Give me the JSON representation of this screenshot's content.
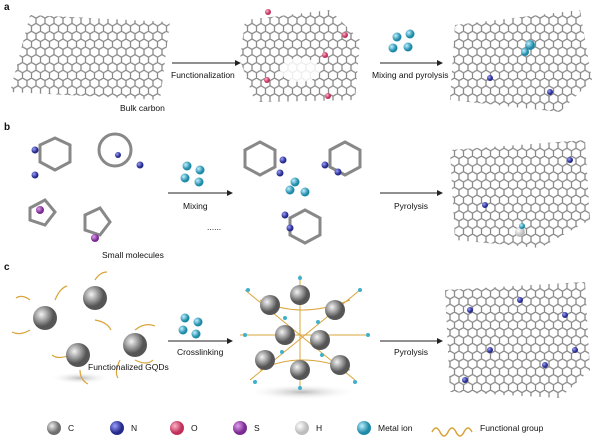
{
  "panels": {
    "a": {
      "letter": "a",
      "source_label": "Bulk carbon",
      "step1": "Functionalization",
      "step2": "Mixing and pyrolysis"
    },
    "b": {
      "letter": "b",
      "source_label": "Small molecules",
      "ellipsis": "......",
      "step1": "Mixing",
      "step2": "Pyrolysis"
    },
    "c": {
      "letter": "c",
      "source_label": "Functionalized GQDs",
      "step1": "Crosslinking",
      "step2": "Pyrolysis"
    }
  },
  "legend": [
    {
      "label": "C",
      "color": "#9a9a9a"
    },
    {
      "label": "N",
      "color": "#3a3fb0"
    },
    {
      "label": "O",
      "color": "#e0527a"
    },
    {
      "label": "S",
      "color": "#9b3fb0"
    },
    {
      "label": "H",
      "color": "#f2f2f2"
    },
    {
      "label": "Metal ion",
      "color": "#3fb0cc"
    },
    {
      "label": "Functional group",
      "color": "#d9a43a"
    }
  ]
}
